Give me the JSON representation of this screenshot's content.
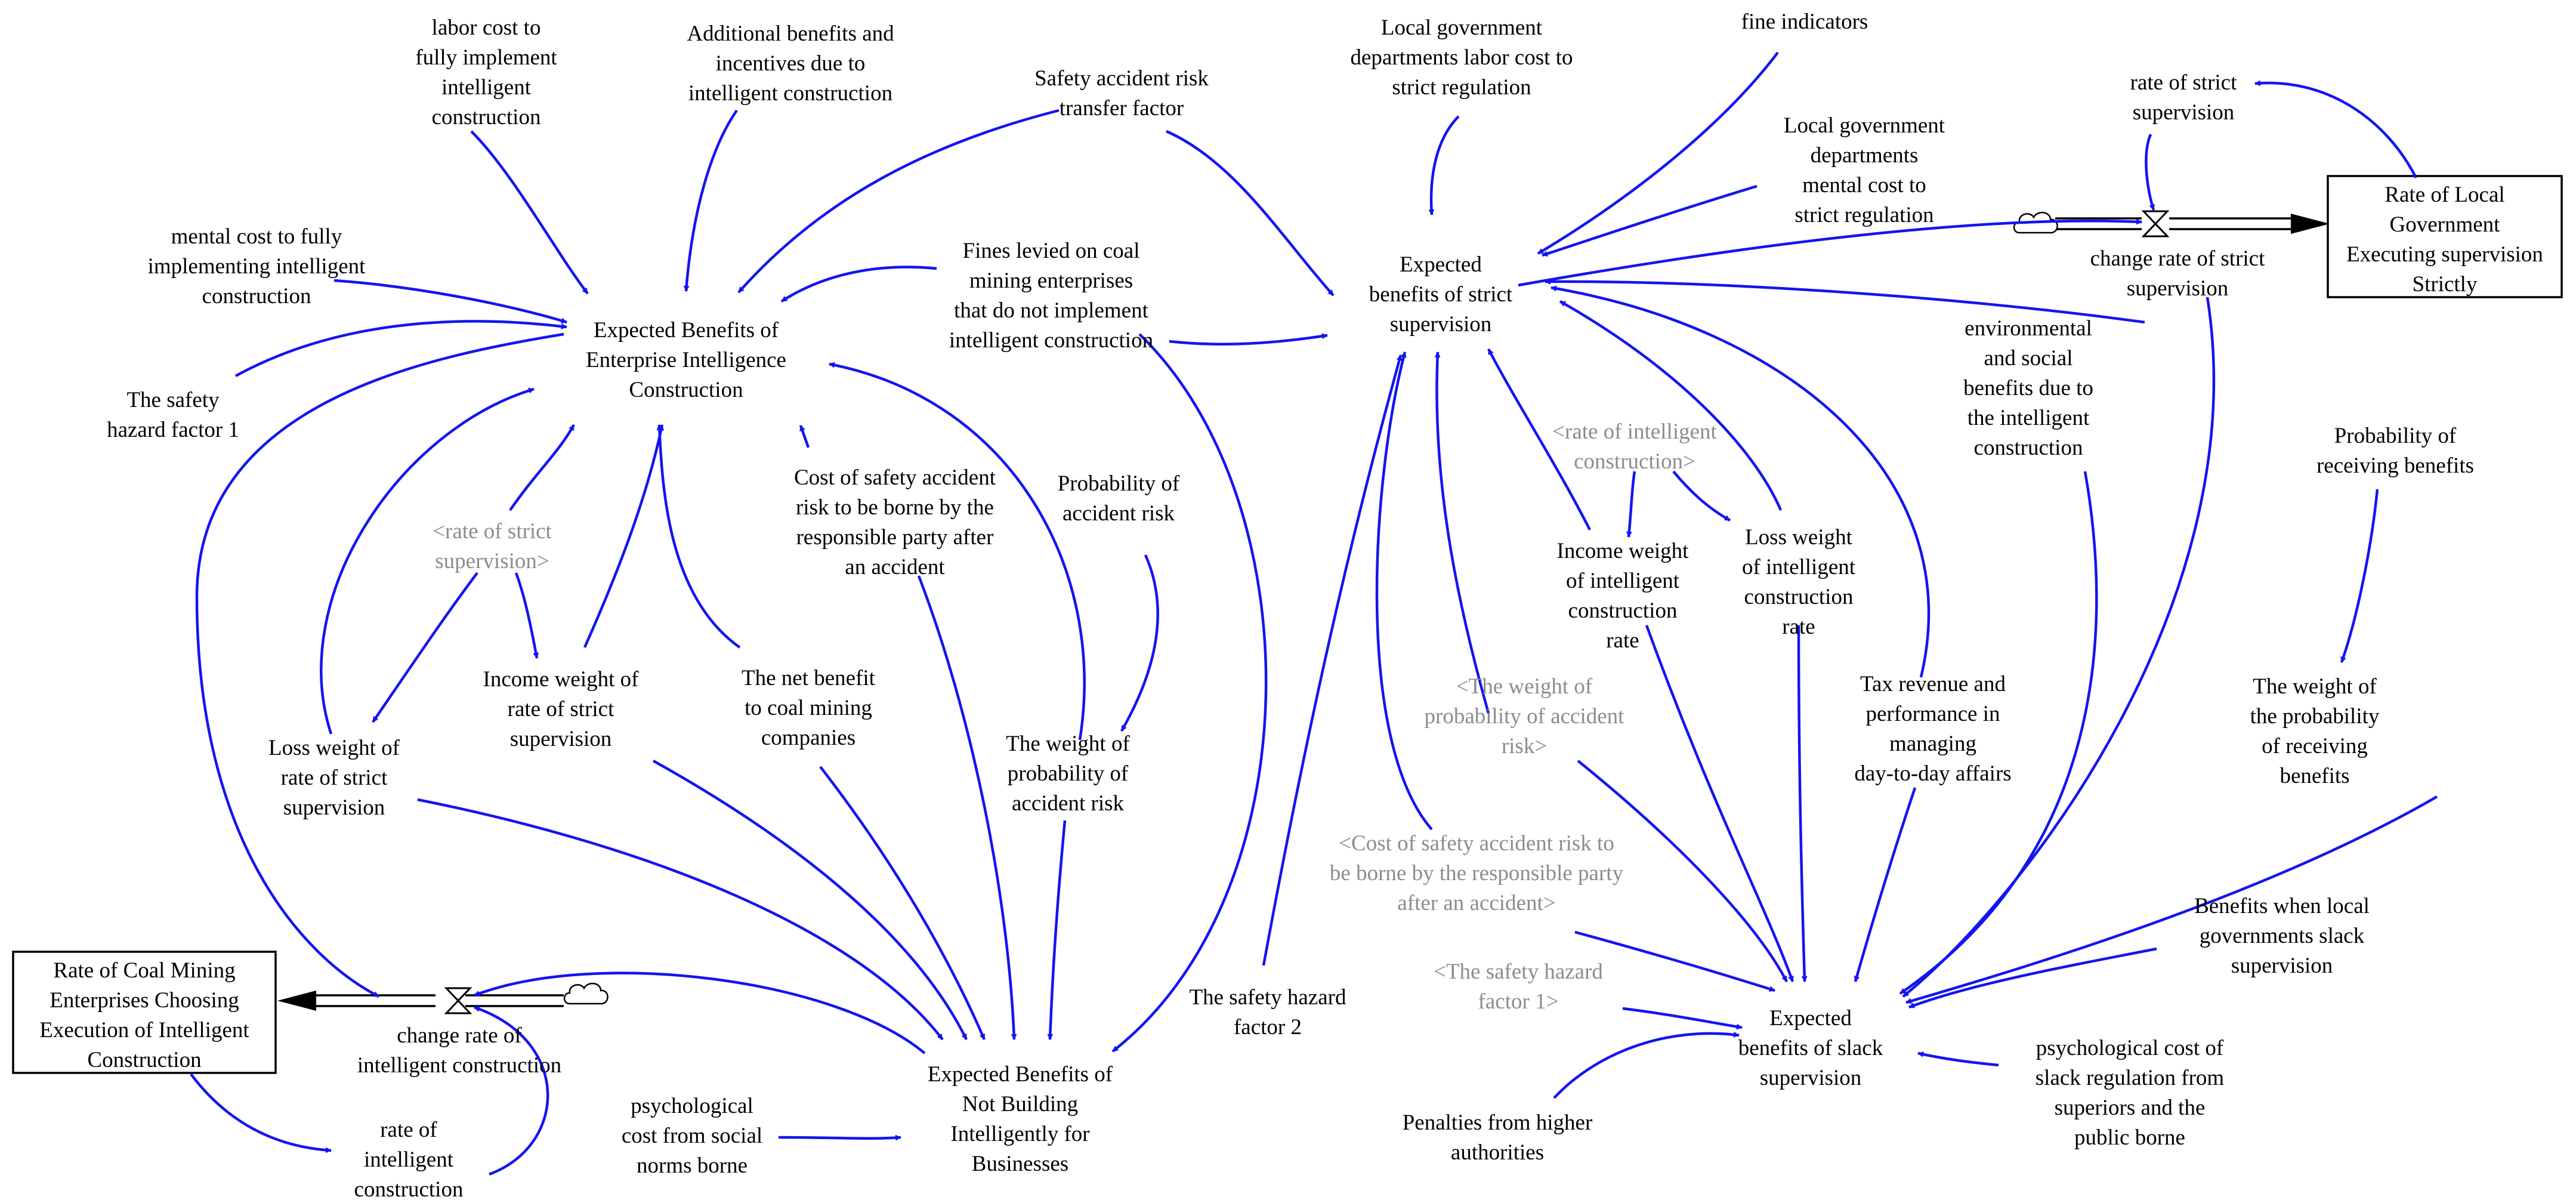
{
  "colors": {
    "link": "#1414f0",
    "text": "#000000",
    "shadow_text": "#8c8c8c",
    "stock_border": "#000000"
  },
  "stocks": {
    "coal_rate": [
      "Rate of Coal Mining",
      "Enterprises Choosing",
      "Execution of Intelligent",
      "Construction"
    ],
    "gov_rate": [
      "Rate of Local",
      "Government",
      "Executing supervision",
      "Strictly"
    ]
  },
  "flows": {
    "change_ic": [
      "change rate of",
      "intelligent construction"
    ],
    "change_ss": [
      "change rate of strict",
      "supervision"
    ]
  },
  "variables": {
    "labor_cost_full": [
      "labor cost to",
      "fully implement",
      "intelligent",
      "construction"
    ],
    "additional_benefits": [
      "Additional benefits and",
      "incentives due to",
      "intelligent construction"
    ],
    "safety_transfer": [
      "Safety accident risk",
      "transfer factor"
    ],
    "mental_cost_full": [
      "mental cost to fully",
      "implementing intelligent",
      "construction"
    ],
    "safety_hazard_1": [
      "The safety",
      "hazard factor 1"
    ],
    "eb_enterprise_ic": [
      "Expected Benefits of",
      "Enterprise Intelligence",
      "Construction"
    ],
    "fines_levied": [
      "Fines levied on coal",
      "mining enterprises",
      "that do not implement",
      "intelligent construction"
    ],
    "cost_safety_risk": [
      "Cost of safety accident",
      "risk to be borne by the",
      "responsible party after",
      "an accident"
    ],
    "prob_accident": [
      "Probability of",
      "accident risk"
    ],
    "net_benefit": [
      "The net benefit",
      "to coal mining",
      "companies"
    ],
    "income_weight_ss": [
      "Income weight of",
      "rate of strict",
      "supervision"
    ],
    "loss_weight_ss": [
      "Loss weight of",
      "rate of strict",
      "supervision"
    ],
    "weight_prob_accident": [
      "The weight of",
      "probability of",
      "accident risk"
    ],
    "eb_not_building": [
      "Expected Benefits of",
      "Not Building",
      "Intelligently for",
      "Businesses"
    ],
    "psych_cost_social": [
      "psychological",
      "cost from social",
      "norms borne"
    ],
    "rate_ic": [
      "rate of",
      "intelligent",
      "construction"
    ],
    "safety_hazard_2": [
      "The safety hazard",
      "factor 2"
    ],
    "lg_labor_cost": [
      "Local government",
      "departments labor cost to",
      "strict regulation"
    ],
    "fine_indicators": [
      "fine indicators"
    ],
    "lg_mental_cost": [
      "Local government",
      "departments",
      "mental cost to",
      "strict regulation"
    ],
    "rate_strict": [
      "rate of strict",
      "supervision"
    ],
    "eb_strict": [
      "Expected",
      "benefits of strict",
      "supervision"
    ],
    "env_social_benefits": [
      "environmental",
      "and social",
      "benefits due to",
      "the intelligent",
      "construction"
    ],
    "prob_receiving": [
      "Probability of",
      "receiving benefits"
    ],
    "income_weight_ic": [
      "Income weight",
      "of intelligent",
      "construction",
      "rate"
    ],
    "loss_weight_ic": [
      "Loss weight",
      "of intelligent",
      "construction",
      "rate"
    ],
    "tax_revenue": [
      "Tax revenue and",
      "performance in",
      "managing",
      "day-to-day affairs"
    ],
    "weight_prob_receiving": [
      "The weight of",
      "the probability",
      "of receiving",
      "benefits"
    ],
    "benefits_slack": [
      "Benefits when local",
      "governments slack",
      "supervision"
    ],
    "eb_slack": [
      "Expected",
      "benefits of slack",
      "supervision"
    ],
    "psych_cost_slack": [
      "psychological cost of",
      "slack regulation from",
      "superiors and the",
      "public borne"
    ],
    "penalties_higher": [
      "Penalties from higher",
      "authorities"
    ]
  },
  "shadow_variables": {
    "sh_rate_strict": [
      "<rate of strict",
      "supervision>"
    ],
    "sh_rate_ic": [
      "<rate of intelligent",
      "construction>"
    ],
    "sh_weight_prob": [
      "<The weight of",
      "probability of accident",
      "risk>"
    ],
    "sh_cost_safety": [
      "<Cost of safety accident risk to",
      "be borne by the responsible party",
      "after an accident>"
    ],
    "sh_safety_hazard": [
      "<The safety hazard",
      "factor 1>"
    ]
  }
}
